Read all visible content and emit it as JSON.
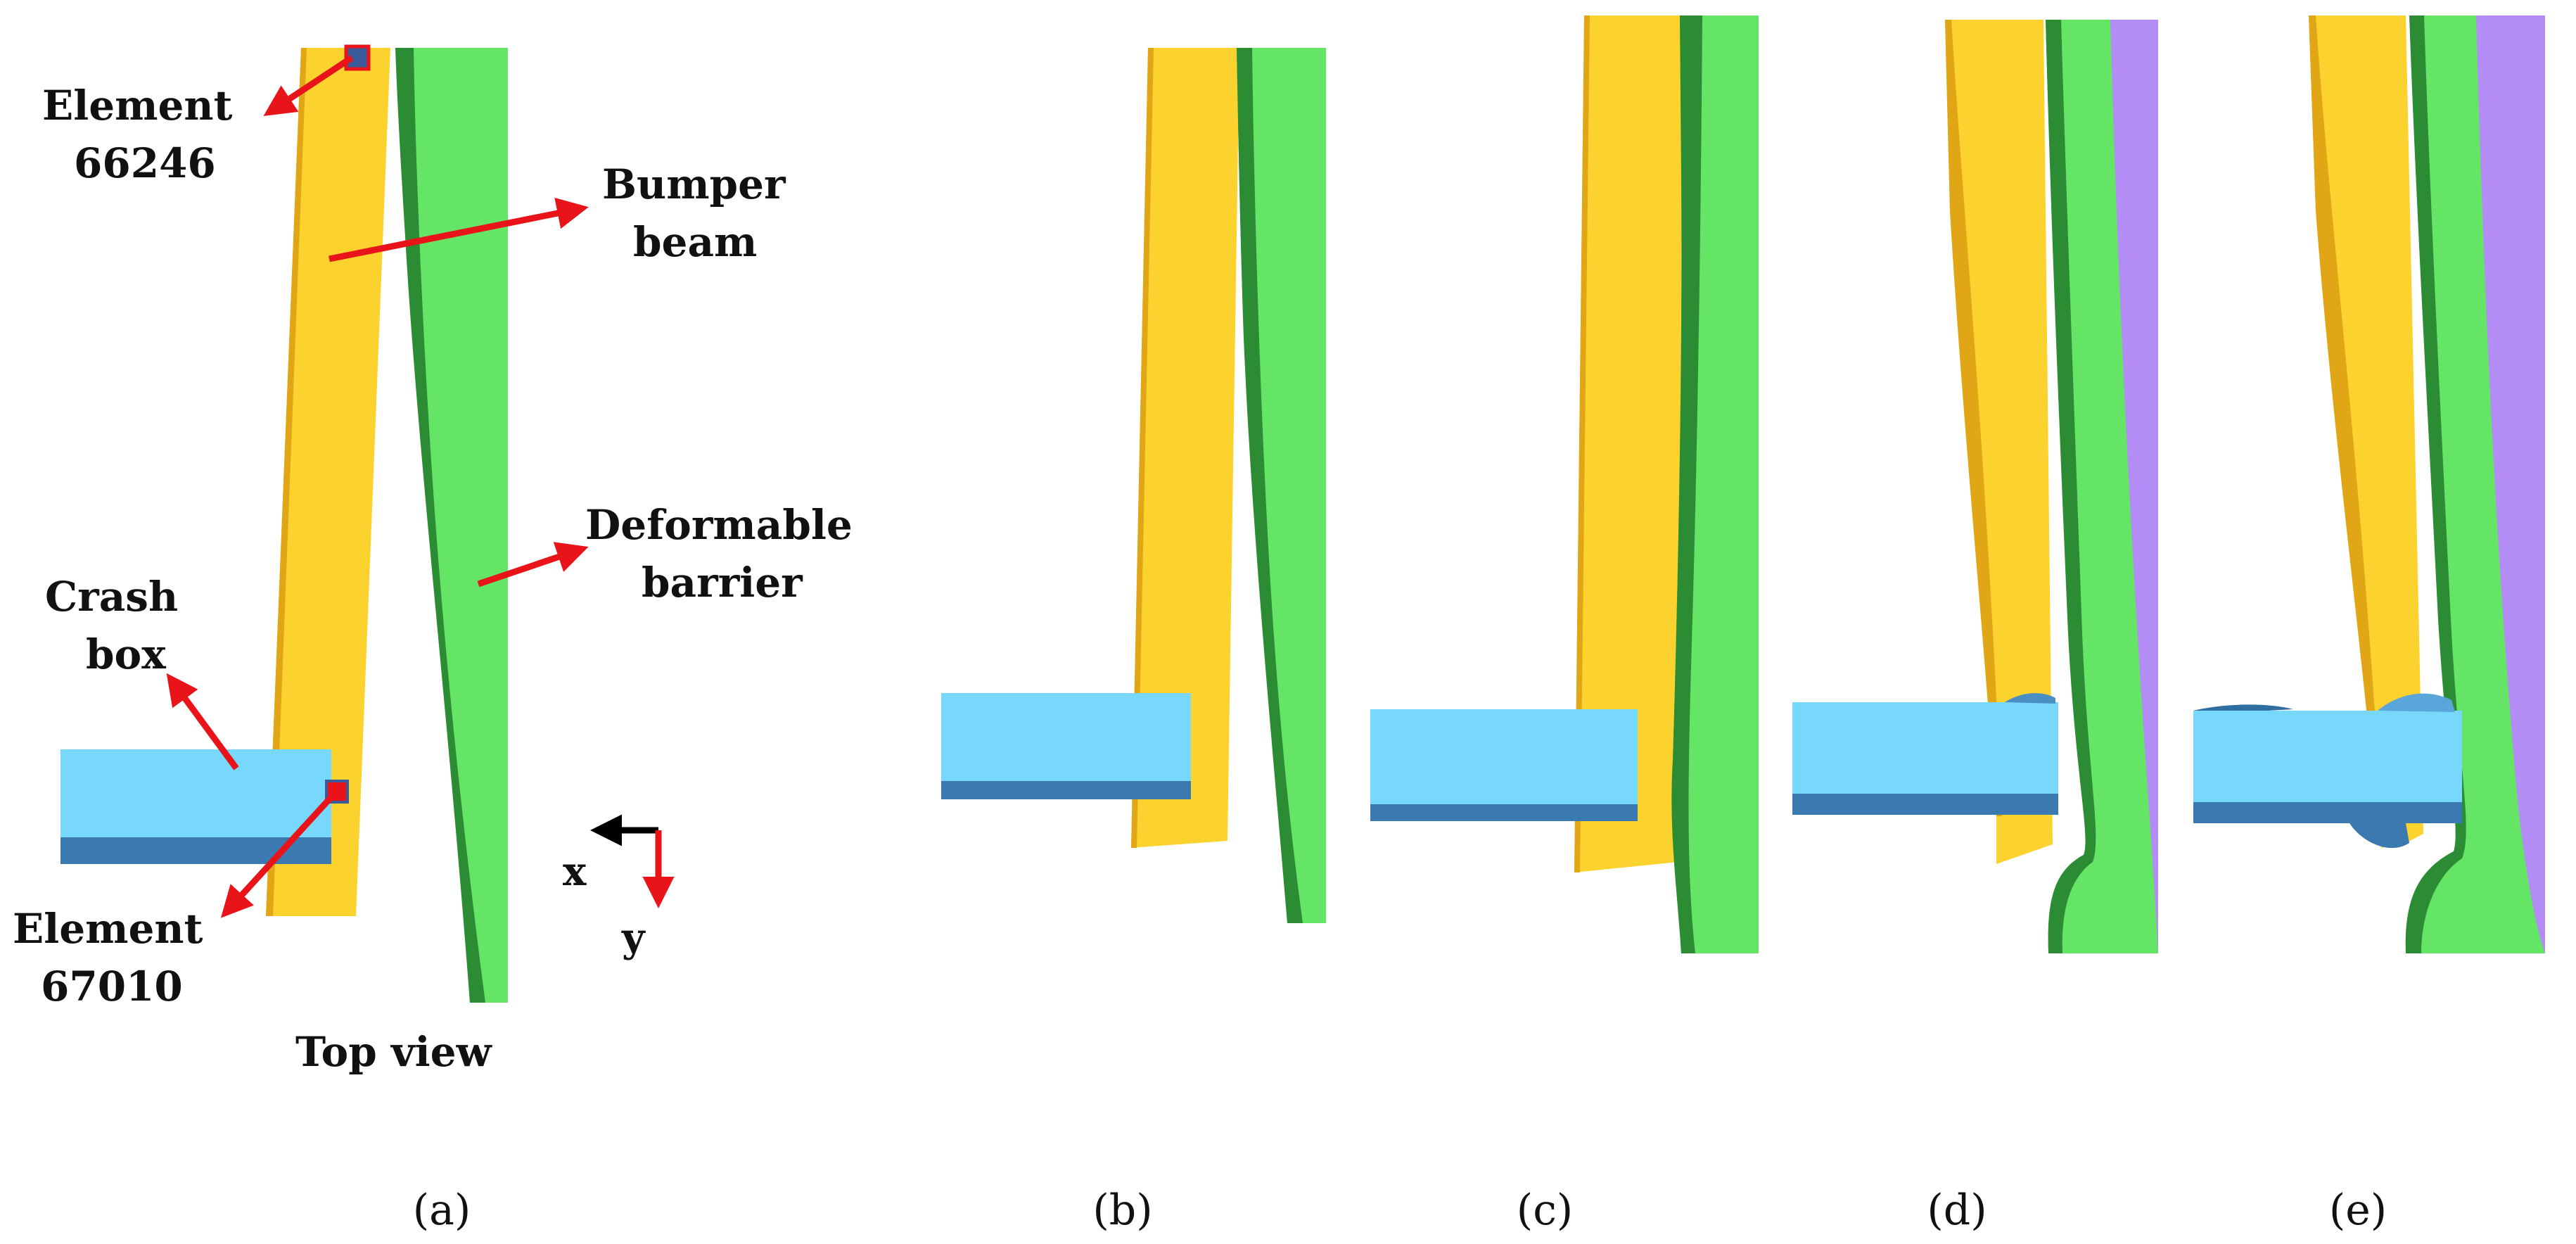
{
  "colors": {
    "bumper": "#fcd22f",
    "bumper_edge": "#e0a616",
    "barrier": "#64e566",
    "barrier_dark": "#2c8c34",
    "crashbox": "#78d8fb",
    "crashbox_dark": "#3b7ab0",
    "rigid_wall": "#b48cf6",
    "arrow": "#e8141a",
    "axis_x": "#000000",
    "axis_y": "#e8141a"
  },
  "labels": {
    "element_top_line1": "Element",
    "element_top_line2": "66246",
    "bumper_line1": "Bumper",
    "bumper_line2": "beam",
    "barrier_line1": "Deformable",
    "barrier_line2": "barrier",
    "crashbox_line1": "Crash",
    "crashbox_line2": "box",
    "element_bottom_line1": "Element",
    "element_bottom_line2": "67010",
    "axis_x": "x",
    "axis_y": "y",
    "top_view": "Top view"
  },
  "captions": [
    "(a)",
    "(b)",
    "(c)",
    "(d)",
    "(e)"
  ]
}
